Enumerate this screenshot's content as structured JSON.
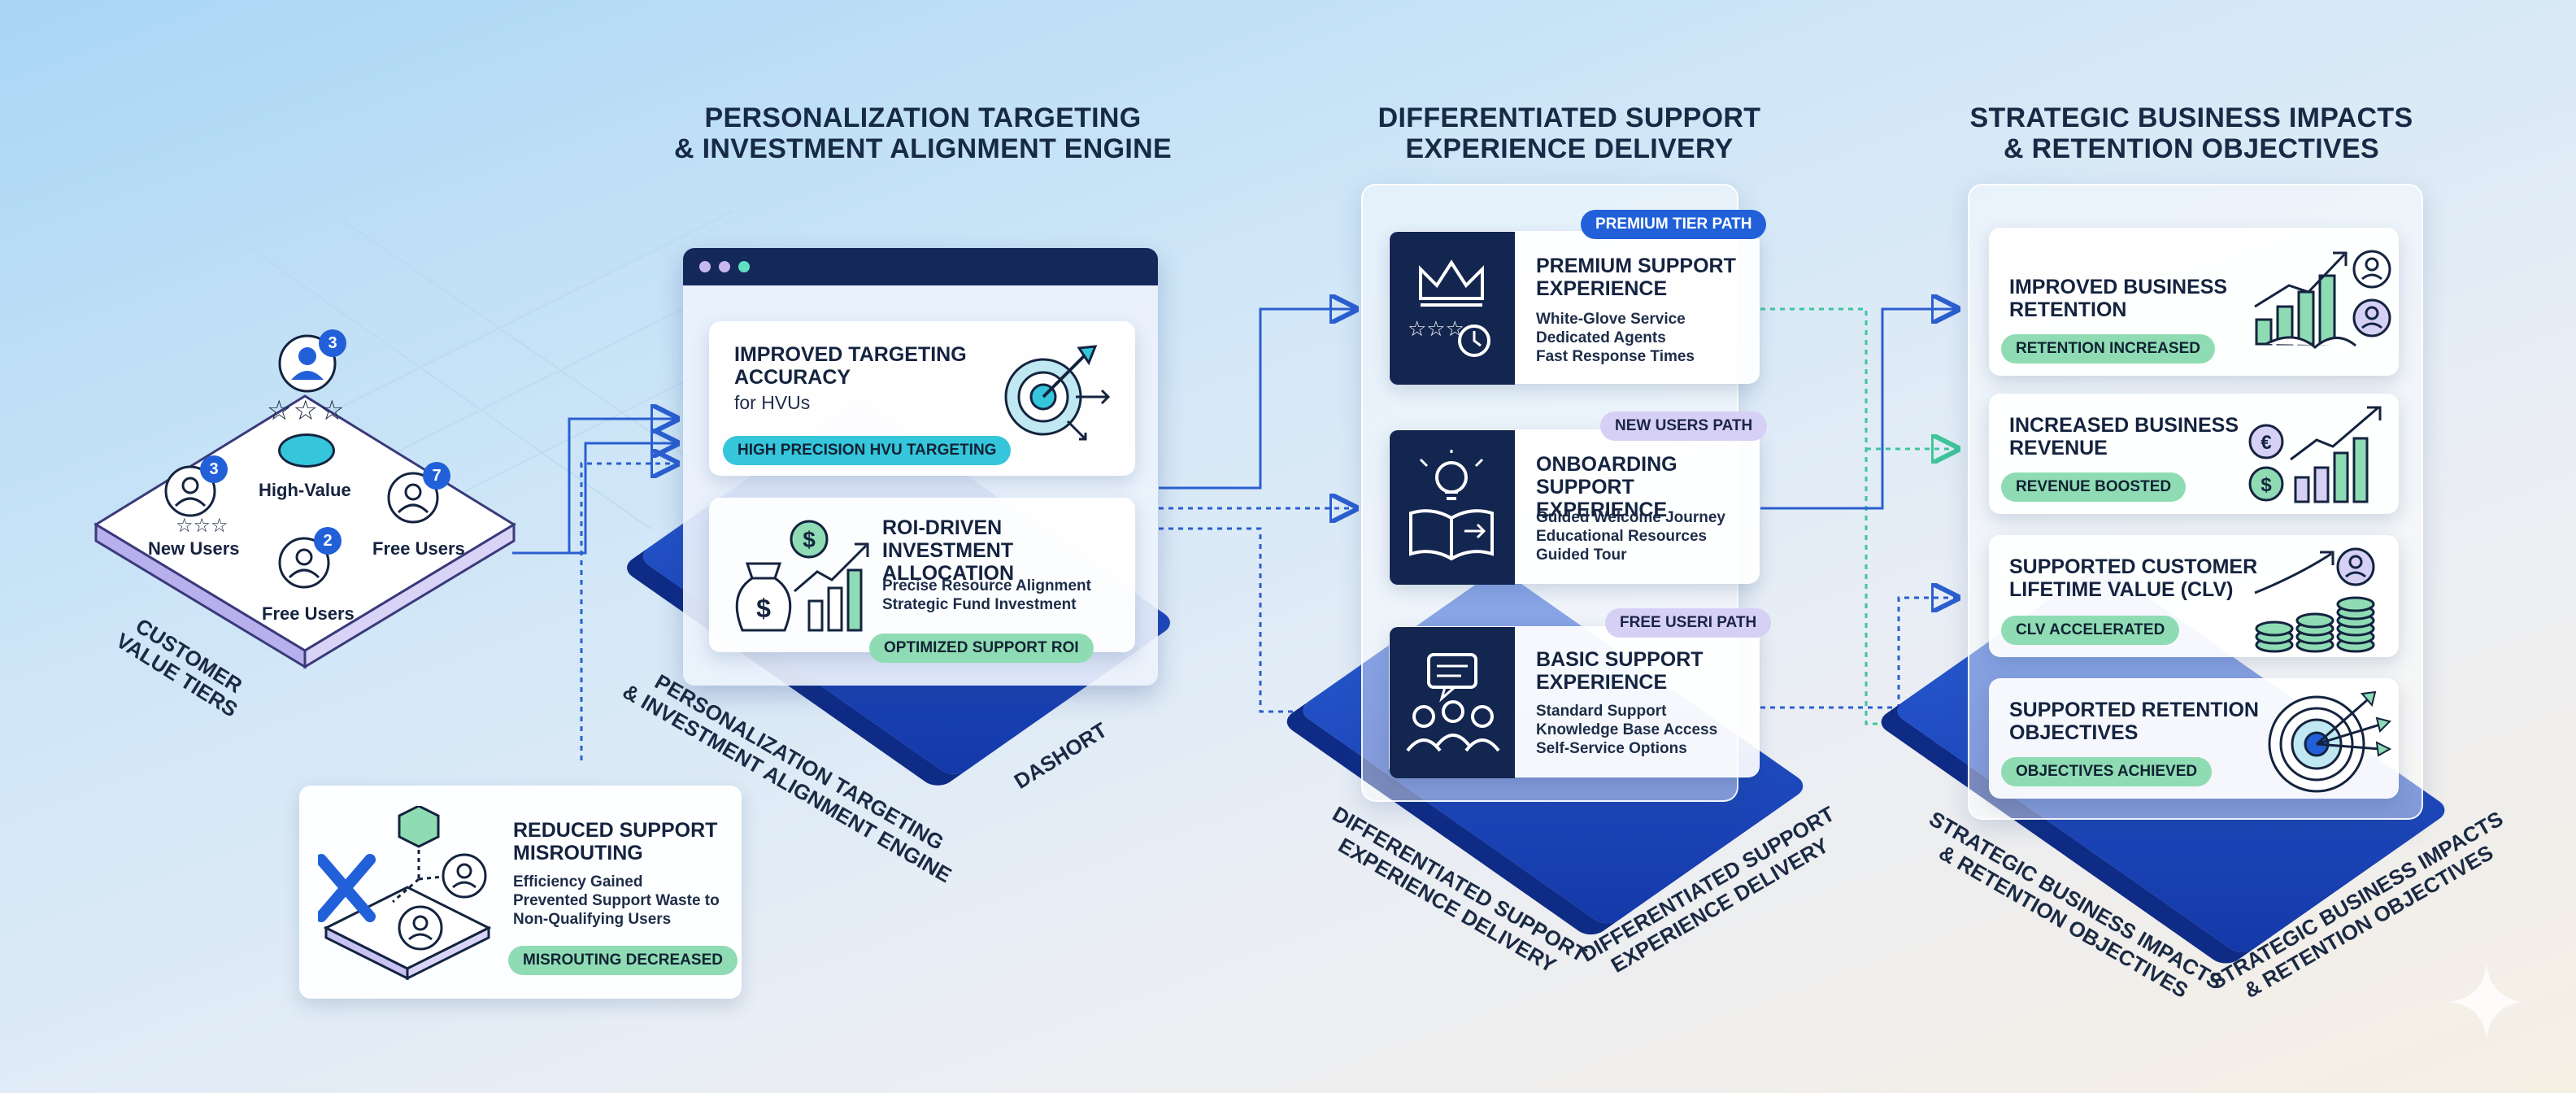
{
  "tiers": {
    "caption": "CUSTOMER\nVALUE TIERS",
    "high_value": {
      "label": "High-Value",
      "badge": "3"
    },
    "new_users": {
      "label": "New Users",
      "badge": "3"
    },
    "free_users_right": {
      "label": "Free Users",
      "badge": "7"
    },
    "free_users_bottom": {
      "label": "Free Users",
      "badge": "2"
    }
  },
  "engine": {
    "heading_line1": "PERSONALIZATION TARGETING",
    "heading_line2": "& INVESTMENT ALIGNMENT ENGINE",
    "base_label_line1": "PERSONALIZATION TARGETING",
    "base_label_line2": "& INVESTMENT ALIGNMENT ENGINE",
    "side_label": "DASHORT",
    "card1": {
      "title_line1": "IMPROVED TARGETING",
      "title_line2": "ACCURACY",
      "subtitle": "for HVUs",
      "pill": "HIGH PRECISION HVU TARGETING"
    },
    "card2": {
      "title_line1": "ROI-DRIVEN",
      "title_line2": "INVESTMENT ALLOCATION",
      "body_line1": "Precise Resource Alignment",
      "body_line2": "Strategic Fund Investment",
      "pill": "OPTIMIZED SUPPORT ROI"
    }
  },
  "misrouting": {
    "title_line1": "REDUCED SUPPORT",
    "title_line2": "MISROUTING",
    "body_line1": "Efficiency Gained",
    "body_line2": "Prevented Support Waste to",
    "body_line3": "Non-Qualifying Users",
    "pill": "MISROUTING DECREASED"
  },
  "support": {
    "heading_line1": "DIFFERENTIATED SUPPORT",
    "heading_line2": "EXPERIENCE DELIVERY",
    "base_label_a_line1": "DIFFERENTIATED SUPPORT",
    "base_label_a_line2": "EXPERIENCE DELIVERY",
    "base_label_b_line1": "DIFFERENTIATED SUPPORT",
    "base_label_b_line2": "EXPERIENCE DELIVERY",
    "premium": {
      "tag": "PREMIUM TIER PATH",
      "title_line1": "PREMIUM SUPPORT",
      "title_line2": "EXPERIENCE",
      "items": [
        "White-Glove Service",
        "Dedicated Agents",
        "Fast Response Times"
      ]
    },
    "onboarding": {
      "tag": "NEW USERS PATH",
      "title_line1": "ONBOARDING",
      "title_line2": "SUPPORT EXPERIENCE",
      "items": [
        "Guided Welcome Journey",
        "Educational Resources",
        "Guided Tour"
      ]
    },
    "basic": {
      "tag": "FREE USERI PATH",
      "title_line1": "BASIC SUPPORT",
      "title_line2": "EXPERIENCE",
      "items": [
        "Standard Support",
        "Knowledge Base Access",
        "Self-Service Options"
      ]
    }
  },
  "impacts": {
    "heading_line1": "STRATEGIC BUSINESS IMPACTS",
    "heading_line2": "& RETENTION OBJECTIVES",
    "base_label_a_line1": "STRATEGIC BUSINESS IMPACTS",
    "base_label_a_line2": "& RETENTION OBJECTIVES",
    "base_label_b_line1": "STRATEGIC BUSINESS IMPACTS",
    "base_label_b_line2": "& RETENTION OBJECTIVES",
    "retention": {
      "title_line1": "IMPROVED BUSINESS",
      "title_line2": "RETENTION",
      "pill": "RETENTION INCREASED"
    },
    "revenue": {
      "title_line1": "INCREASED BUSINESS",
      "title_line2": "REVENUE",
      "pill": "REVENUE BOOSTED"
    },
    "clv": {
      "title_line1": "SUPPORTED CUSTOMER",
      "title_line2": "LIFETIME VALUE (CLV)",
      "pill": "CLV ACCELERATED"
    },
    "objectives": {
      "title_line1": "SUPPORTED RETENTION",
      "title_line2": "OBJECTIVES",
      "pill": "OBJECTIVES ACHIEVED"
    }
  },
  "colors": {
    "navy": "#13264f",
    "blue": "#2160d8",
    "green": "#8fdcb4",
    "cyan": "#35c6dc",
    "lavender": "#d6d0f5"
  }
}
